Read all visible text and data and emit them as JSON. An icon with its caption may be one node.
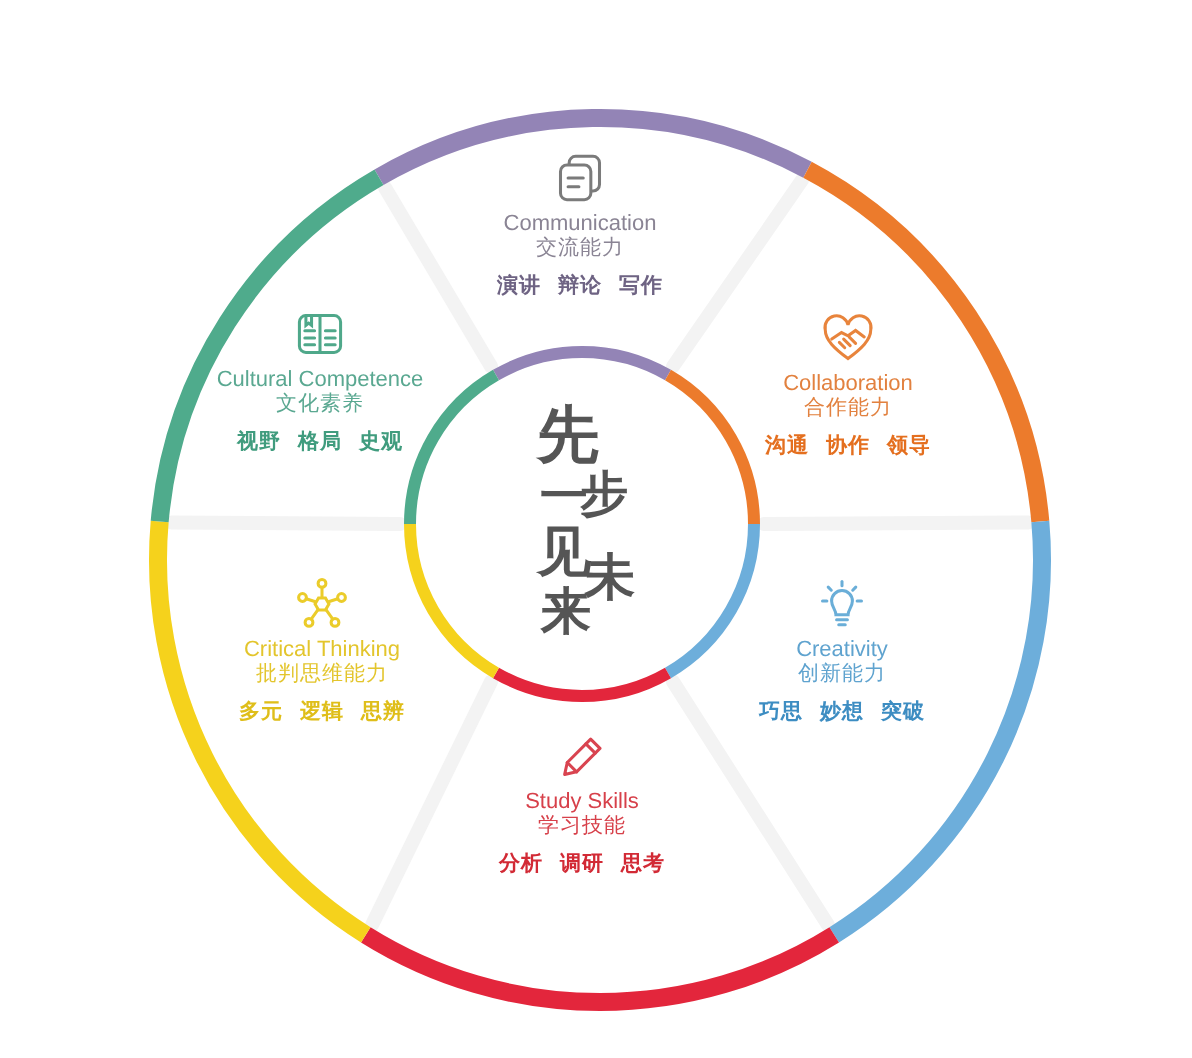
{
  "diagram": {
    "nodes": [
      {
        "text": [
          "先一步见未来"
        ]
      },
      {
        "text": [
          "Communication",
          "交流能力",
          "演讲 辩论 写作"
        ]
      },
      {
        "text": [
          "Collaboration",
          "合作能力",
          "沟通 协作 领导"
        ]
      },
      {
        "text": [
          "Creativity",
          "创新能力",
          "巧思 妙想 突破"
        ]
      },
      {
        "text": [
          "Study Skills",
          "学习技能",
          "分析 调研 思考"
        ]
      },
      {
        "text": [
          "Critical Thinking",
          "批判思维能力",
          "多元 逻辑 思辨"
        ]
      },
      {
        "text": [
          "Cultural Competence",
          "文化素养",
          "视野 格局 史观"
        ]
      }
    ]
  }
}
